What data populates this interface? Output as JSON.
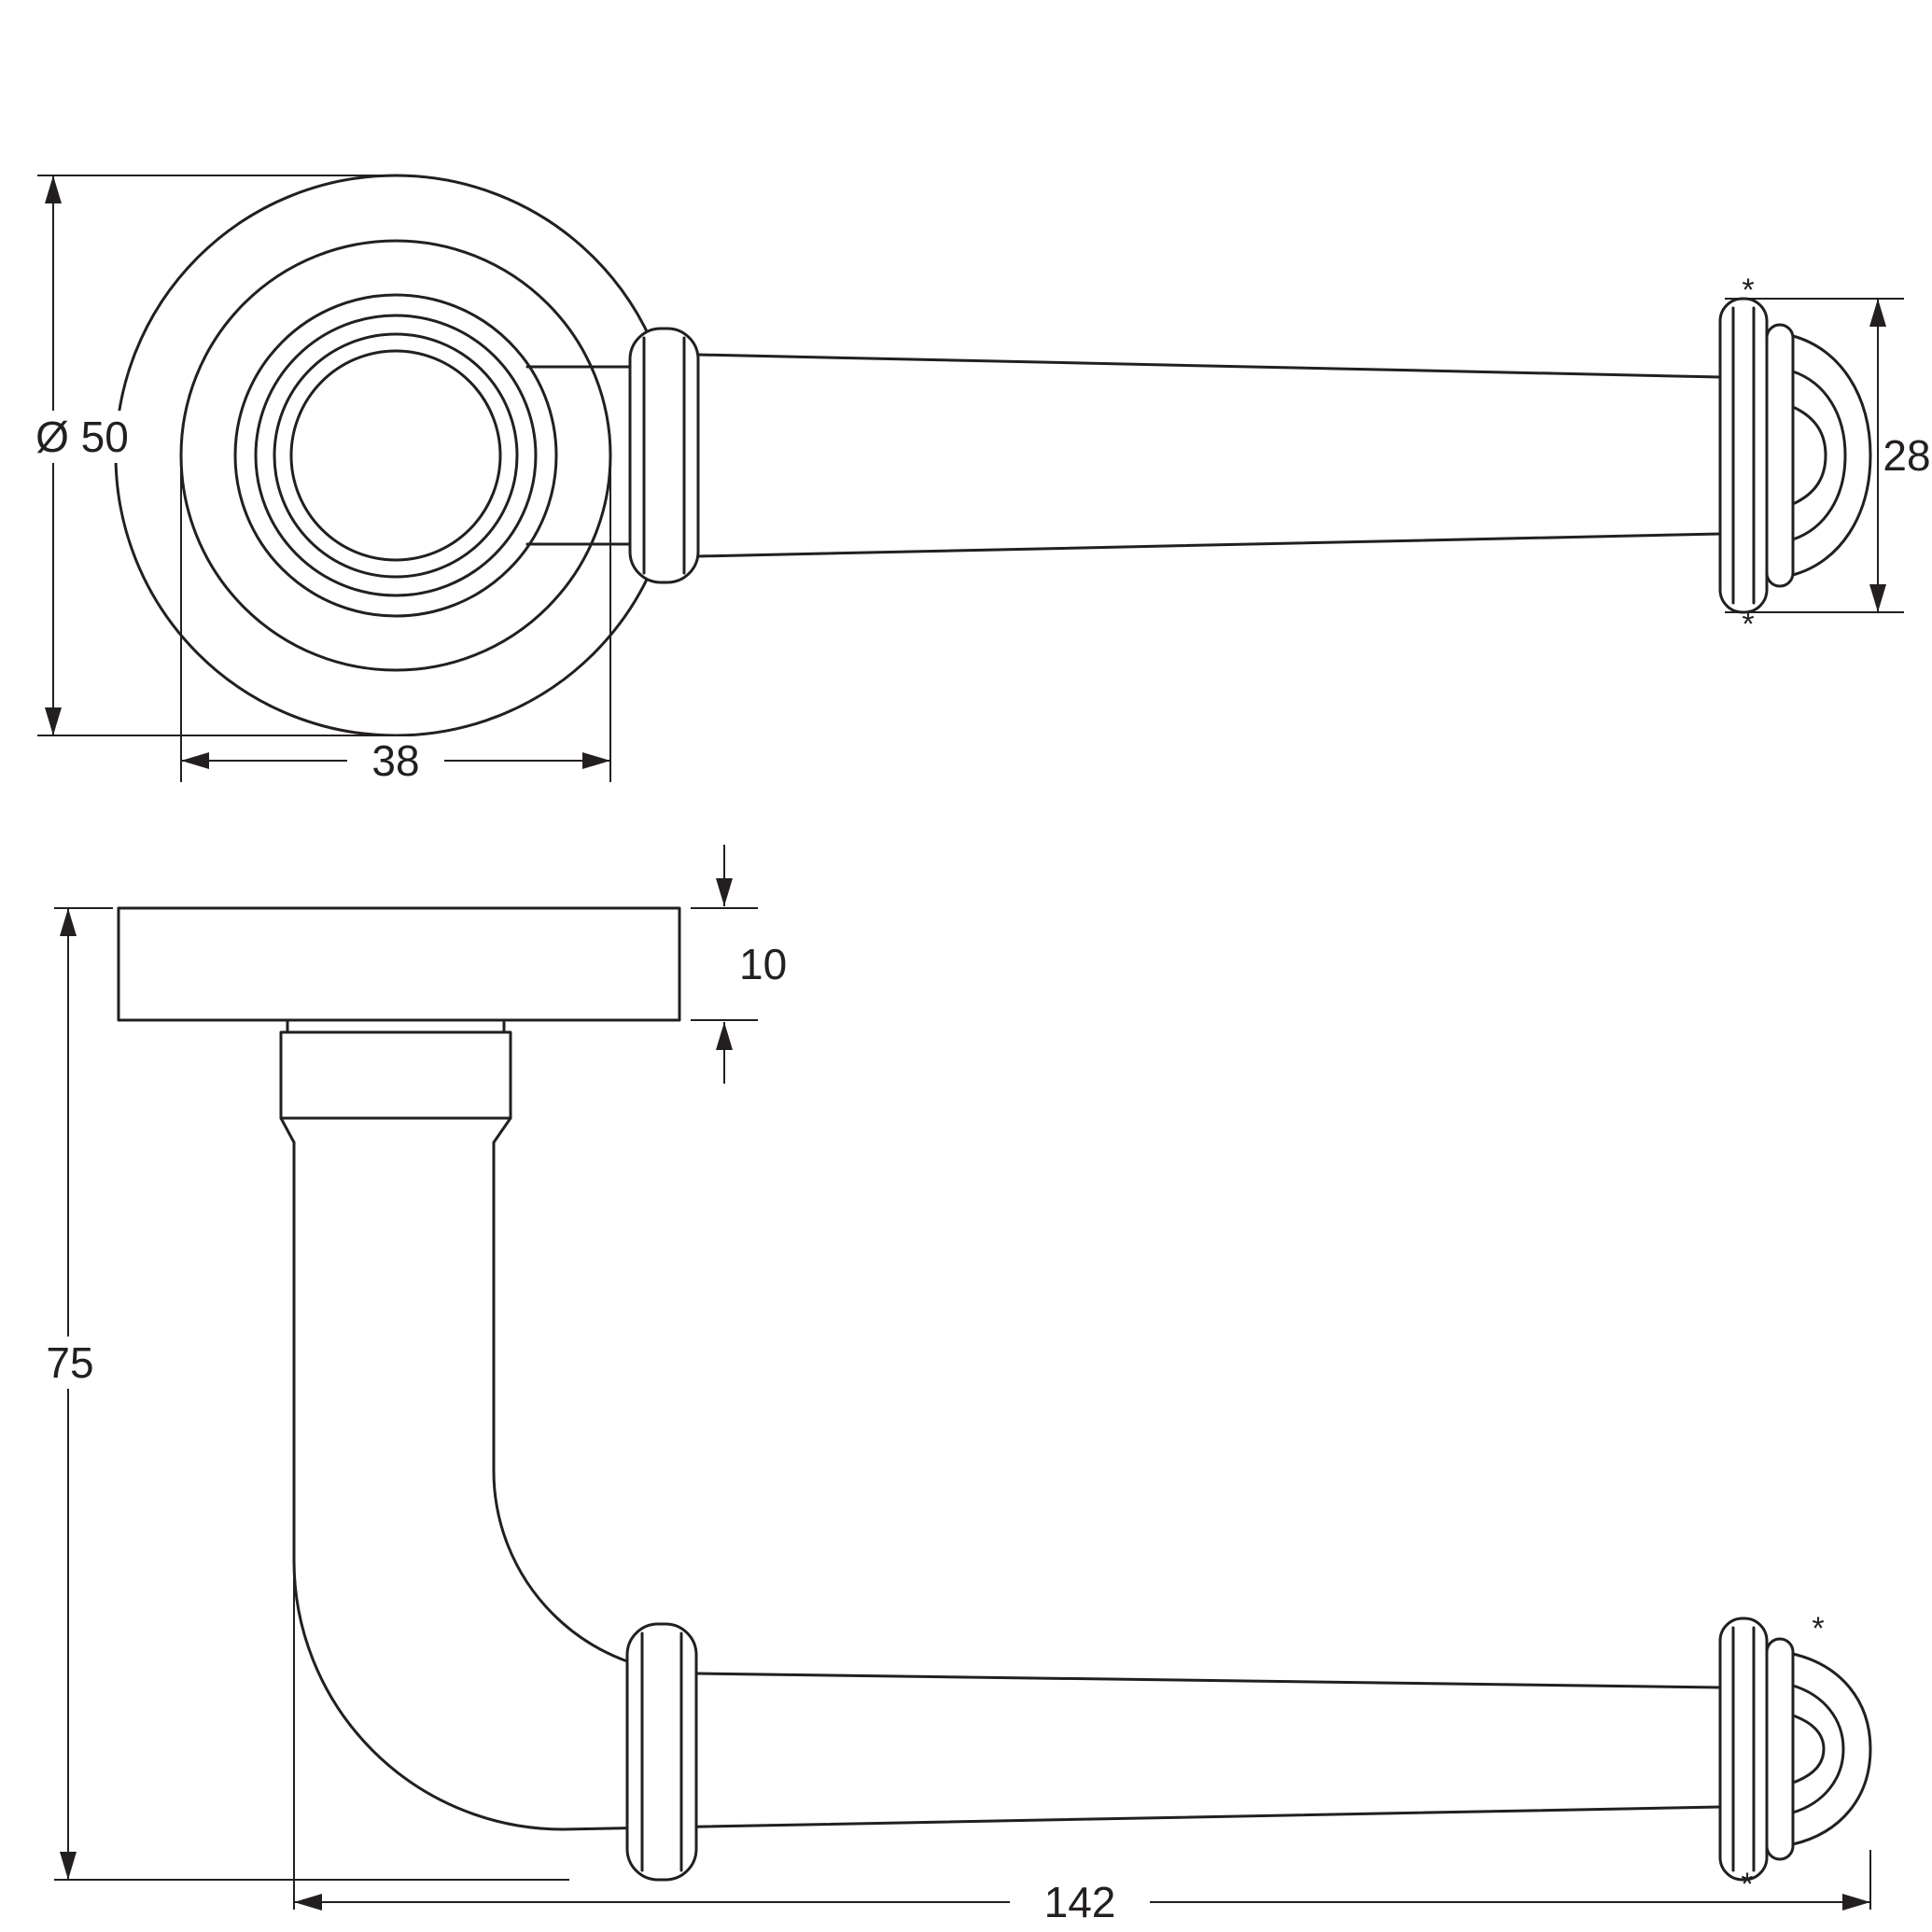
{
  "colors": {
    "line": "#231f20",
    "background": "#ffffff"
  },
  "dimensions": {
    "rose_diameter": "Ø 50",
    "inner_rose_diameter": "38",
    "end_cap_height": "28",
    "rose_thickness": "10",
    "projection": "75",
    "overall_length": "142"
  },
  "marks": {
    "mark1": "*",
    "mark2": "*",
    "mark3": "*",
    "mark4": "*"
  }
}
